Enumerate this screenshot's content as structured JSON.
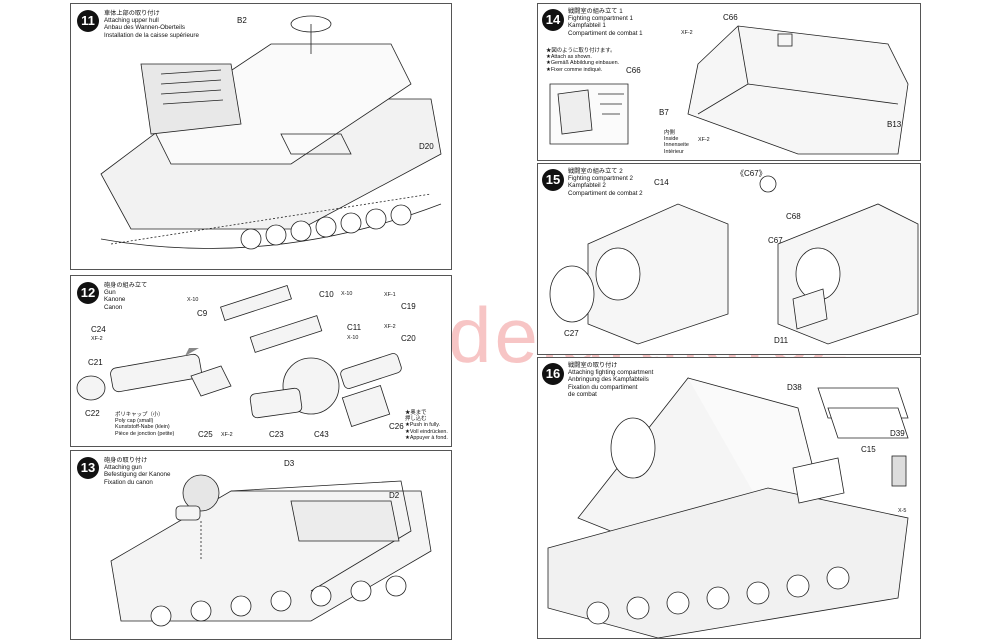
{
  "watermark": "www.modelartiki.cz",
  "steps": [
    {
      "num": "11",
      "lines": [
        "車体上部の取り付け",
        "Attaching upper hull",
        "Anbau des Wannen-Oberteils",
        "Installation de la caisse supérieure"
      ]
    },
    {
      "num": "12",
      "lines": [
        "砲身の組み立て",
        "Gun",
        "Kanone",
        "Canon"
      ]
    },
    {
      "num": "13",
      "lines": [
        "砲身の取り付け",
        "Attaching gun",
        "Befestigung der Kanone",
        "Fixation du canon"
      ]
    },
    {
      "num": "14",
      "lines": [
        "戦闘室の組み立て 1",
        "Fighting compartment 1",
        "Kampfabteil 1",
        "Compartiment de combat 1"
      ]
    },
    {
      "num": "15",
      "lines": [
        "戦闘室の組み立て 2",
        "Fighting compartment 2",
        "Kampfabteil 2",
        "Compartiment de combat 2"
      ]
    },
    {
      "num": "16",
      "lines": [
        "戦闘室の取り付け",
        "Attaching fighting compartment",
        "Anbringung des Kampfabteils",
        "Fixation du compartiment",
        "de combat"
      ]
    }
  ],
  "step11": {
    "b2": "B2",
    "d20": "D20"
  },
  "step12": {
    "c9": "C9",
    "x10a": "X-10",
    "c10": "C10",
    "x10b": "X-10",
    "c11": "C11",
    "x10c": "X-10",
    "c19": "C19",
    "xf1": "XF-1",
    "c20": "C20",
    "xf2a": "XF-2",
    "c24": "C24",
    "xf2b": "XF-2",
    "c21": "C21",
    "c22": "C22",
    "c23": "C23",
    "c43": "C43",
    "c25": "C25",
    "xf2c": "XF-2",
    "c26": "C26",
    "polycap": [
      "ポリキャップ（小）",
      "Poly cap (small)",
      "Kunststoff-Nabe (klein)",
      "Pièce de jonction (petite)"
    ],
    "push": [
      "★奥まで",
      "押し込む",
      "★Push in fully.",
      "★Voll eindrücken.",
      "★Appuyer à fond."
    ]
  },
  "step13": {
    "d3": "D3",
    "d2": "D2"
  },
  "step14": {
    "c66": "C66",
    "xf2": "XF-2",
    "b7": "B7",
    "b13": "B13",
    "c66b": "C66",
    "note": [
      "★図のように取り付けます。",
      "★Attach as shown.",
      "★Gemäß Abbildung einbauen.",
      "★Fixer comme indiqué."
    ],
    "inside": [
      "内側",
      "Inside",
      "Innenseite",
      "Intérieur"
    ],
    "xf2b": "XF-2"
  },
  "step15": {
    "c14": "C14",
    "c67box": "《C67》",
    "c68": "C68",
    "c67": "C67",
    "c27": "C27",
    "d11": "D11"
  },
  "step16": {
    "d38": "D38",
    "d39": "D39",
    "c15": "C15",
    "x5": "X-5"
  }
}
